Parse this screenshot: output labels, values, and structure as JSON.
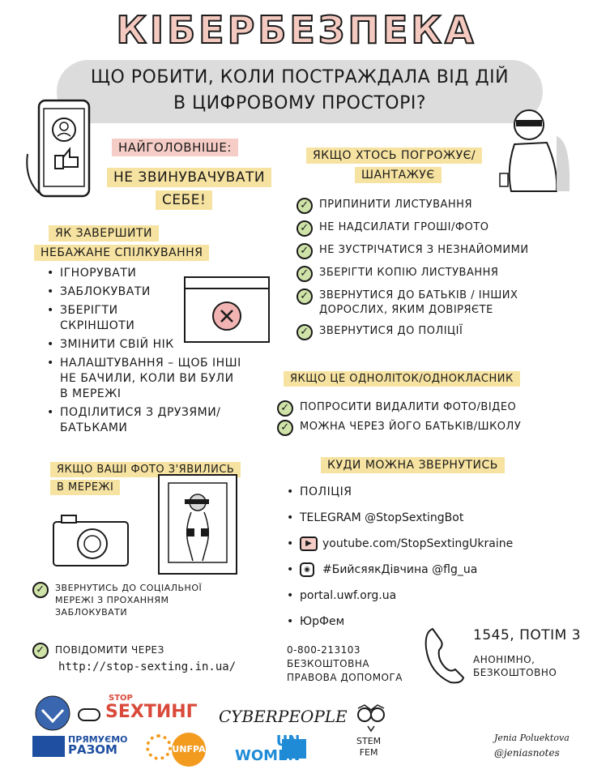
{
  "title": "КІБЕРБЕЗПЕКА",
  "subtitle": {
    "line1": "ЩО РОБИТИ, КОЛИ ПОСТРАЖДАЛА ВІД ДІЙ",
    "line2": "В ЦИФРОВОМУ ПРОСТОРІ?"
  },
  "main_rule": {
    "heading": "НАЙГОЛОВНІШЕ:",
    "line1": "НЕ ЗВИНУВАЧУВАТИ",
    "line2": "СЕБЕ!"
  },
  "stop_contact": {
    "heading_line1": "ЯК ЗАВЕРШИТИ",
    "heading_line2": "НЕБАЖАНЕ СПІЛКУВАННЯ",
    "items": [
      "ІГНОРУВАТИ",
      "ЗАБЛОКУВАТИ",
      "ЗБЕРІГТИ СКРІНШОТИ",
      "ЗМІНИТИ СВІЙ НІК",
      "НАЛАШТУВАННЯ – ЩОБ ІНШІ НЕ БАЧИЛИ, КОЛИ ВИ БУЛИ В МЕРЕЖІ",
      "ПОДІЛИТИСЯ З ДРУЗЯМИ/ БАТЬКАМИ"
    ]
  },
  "threats": {
    "heading_line1": "ЯКЩО ХТОСЬ ПОГРОЖУЄ/",
    "heading_line2": "ШАНТАЖУЄ",
    "items": [
      "ПРИПИНИТИ ЛИСТУВАННЯ",
      "НЕ НАДСИЛАТИ ГРОШІ/ФОТО",
      "НЕ ЗУСТРІЧАТИСЯ З НЕЗНАЙОМИМИ",
      "ЗБЕРІГТИ КОПІЮ ЛИСТУВАННЯ",
      "ЗВЕРНУТИСЯ ДО БАТЬКІВ / ІНШИХ ДОРОСЛИХ, ЯКИМ ДОВІРЯЄТЕ",
      "ЗВЕРНУТИСЯ ДО ПОЛІЦІЇ"
    ]
  },
  "peer": {
    "heading": "ЯКЩО ЦЕ ОДНОЛІТОК/ОДНОКЛАСНИК",
    "items": [
      "ПОПРОСИТИ ВИДАЛИТИ ФОТО/ВІДЕО",
      "МОЖНА ЧЕРЕЗ ЙОГО БАТЬКІВ/ШКОЛУ"
    ]
  },
  "photos": {
    "heading_line1": "ЯКЩО ВАШІ ФОТО З'ЯВИЛИСЬ",
    "heading_line2": "В МЕРЕЖІ",
    "item1": "ЗВЕРНУТИСЬ ДО СОЦІАЛЬНОЇ МЕРЕЖІ З ПРОХАННЯМ ЗАБЛОКУВАТИ",
    "item2": "ПОВІДОМИТИ ЧЕРЕЗ",
    "link": "http://stop-sexting.in.ua/"
  },
  "where": {
    "heading": "КУДИ МОЖНА ЗВЕРНУТИСЬ",
    "items": [
      "ПОЛІЦІЯ",
      "TELEGRAM @StopSextingBot",
      "youtube.com/StopSextingUkraine",
      "#БийсяякДівчина @flg_ua",
      "portal.uwf.org.ua",
      "ЮрФем"
    ],
    "legal_phone": "0-800-213103",
    "legal_line2": "БЕЗКОШТОВНА",
    "legal_line3": "ПРАВОВА ДОПОМОГА"
  },
  "hotline": {
    "number": "1545, потім 3",
    "line2": "АНОНІМНО,",
    "line3": "БЕЗКОШТОВНО"
  },
  "logos": {
    "stop_small": "STOP",
    "sexting": "SEXТИНГ",
    "cyberpeople": "CYBERPEOPLE",
    "pryamuemo1": "ПРЯМУЄМО",
    "pryamuemo2": "РАЗОМ",
    "unfpa": "UNFPA",
    "un_women1": "UN",
    "un_women2": "WOMEN",
    "stem1": "STEM",
    "stem2": "FEM"
  },
  "author": {
    "name": "Jenia Poluektova",
    "handle": "@jeniasnotes"
  },
  "colors": {
    "title_fill": "#f4c9c0",
    "highlight_yellow": "#f7e3a1",
    "highlight_pink": "#f6cdc6",
    "check_green": "#cfe3a8",
    "close_red": "#f2b3b3"
  }
}
